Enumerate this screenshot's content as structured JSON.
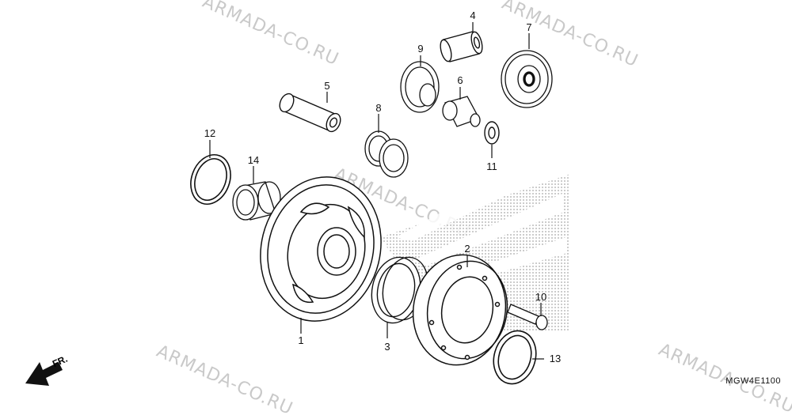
{
  "watermark": "ARMADA-CO.RU",
  "part_code": "MGW4E1100",
  "direction_label": "FR.",
  "callouts": [
    {
      "label": "1"
    },
    {
      "label": "2"
    },
    {
      "label": "3"
    },
    {
      "label": "4"
    },
    {
      "label": "5"
    },
    {
      "label": "6"
    },
    {
      "label": "7"
    },
    {
      "label": "8"
    },
    {
      "label": "9"
    },
    {
      "label": "10"
    },
    {
      "label": "11"
    },
    {
      "label": "12"
    },
    {
      "label": "13"
    },
    {
      "label": "14"
    }
  ]
}
